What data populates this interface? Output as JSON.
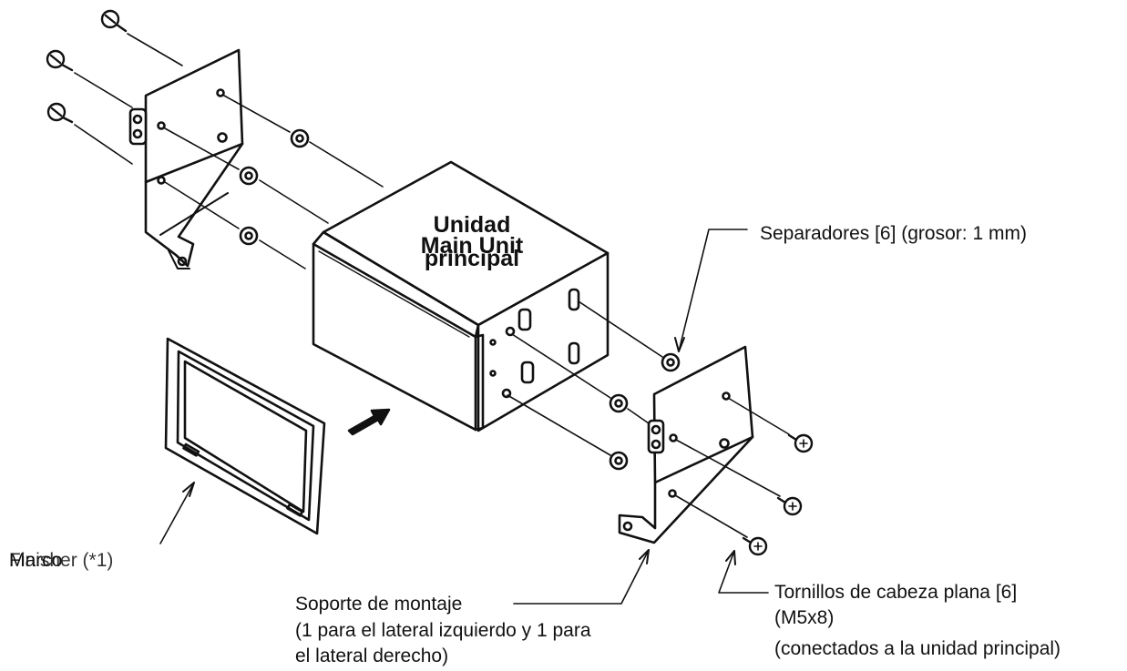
{
  "labels": {
    "main_unit_es_1": "Unidad",
    "main_unit_en": "Main Unit",
    "main_unit_es_2": "principal",
    "spacers": "Separadores [6] (grosor: 1 mm)",
    "escutcheon_a": "Marco",
    "escutcheon_b": "Finisher (*1)",
    "bracket_line1": "Soporte de montaje",
    "bracket_line2": "(1 para el lateral izquierdo y 1 para",
    "bracket_line3": "el lateral derecho)",
    "screws_line1": "Tornillos de cabeza plana [6]",
    "screws_line2": "(M5x8)",
    "screws_line3": "(conectados a la unidad principal)"
  }
}
